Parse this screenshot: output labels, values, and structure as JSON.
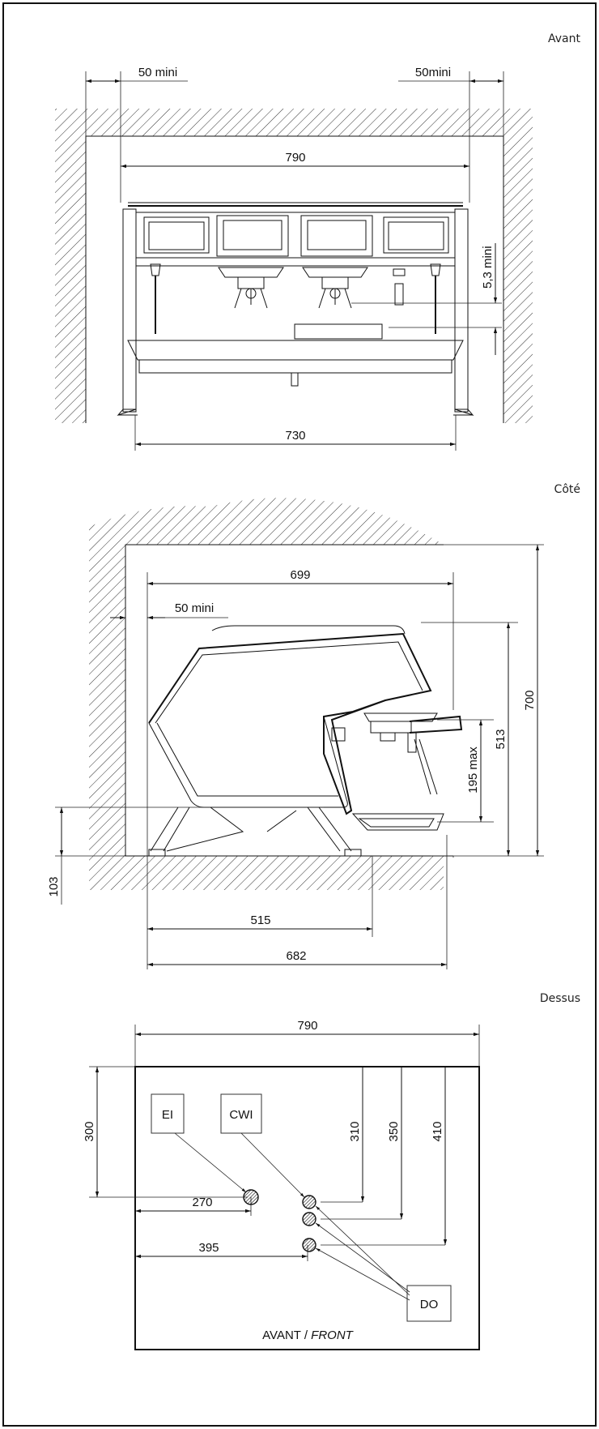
{
  "sections": {
    "front": {
      "title": "Avant",
      "dims": {
        "left_clearance": "50 mini",
        "right_clearance": "50mini",
        "width_top": "790",
        "height_gap": "5,3 mini",
        "width_legs": "730"
      }
    },
    "side": {
      "title": "Côté",
      "dims": {
        "depth_top": "699",
        "rear_clearance": "50 mini",
        "total_height": "700",
        "machine_height": "513",
        "cup_height": "195 max",
        "foot_height": "103",
        "foot_depth": "515",
        "total_depth": "682"
      }
    },
    "top": {
      "title": "Dessus",
      "dims": {
        "width": "790",
        "ei_depth": "300",
        "cwi_depth": "310",
        "do_depth_1": "350",
        "do_depth_2": "410",
        "ei_offset": "270",
        "do_offset": "395"
      },
      "labels": {
        "ei": "EI",
        "cwi": "CWI",
        "do": "DO",
        "front_main": "AVANT / ",
        "front_italic": "FRONT"
      }
    }
  }
}
